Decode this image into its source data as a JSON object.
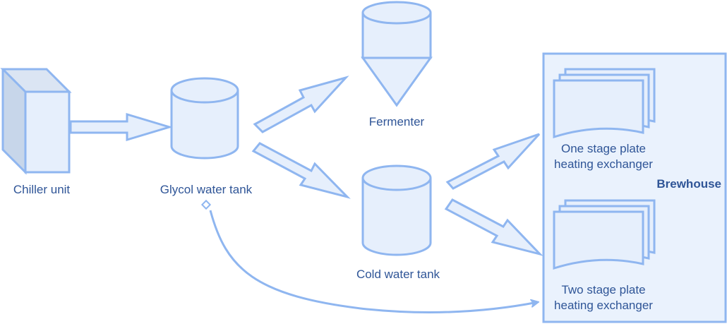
{
  "diagram": {
    "nodes": {
      "chiller": {
        "label": "Chiller unit",
        "icon": "cube-icon"
      },
      "glycol_tank": {
        "label": "Glycol water tank",
        "icon": "cylinder-icon"
      },
      "fermenter": {
        "label": "Fermenter",
        "icon": "conical-tank-icon"
      },
      "cold_tank": {
        "label": "Cold water tank",
        "icon": "cylinder-icon"
      },
      "brewhouse": {
        "label": "Brewhouse"
      },
      "one_stage": {
        "label_line1": "One stage plate",
        "label_line2": "heating exchanger",
        "icon": "stacked-documents-icon"
      },
      "two_stage": {
        "label_line1": "Two stage plate",
        "label_line2": "heating exchanger",
        "icon": "stacked-documents-icon"
      }
    },
    "edges": [
      {
        "from": "chiller",
        "to": "glycol_tank"
      },
      {
        "from": "glycol_tank",
        "to": "fermenter"
      },
      {
        "from": "glycol_tank",
        "to": "cold_tank"
      },
      {
        "from": "cold_tank",
        "to": "one_stage"
      },
      {
        "from": "cold_tank",
        "to": "two_stage"
      },
      {
        "from": "glycol_tank",
        "to": "brewhouse",
        "style": "curved"
      }
    ],
    "colors": {
      "stroke": "#8fb6f0",
      "fill": "#dae8fc",
      "text": "#2f5597"
    }
  }
}
